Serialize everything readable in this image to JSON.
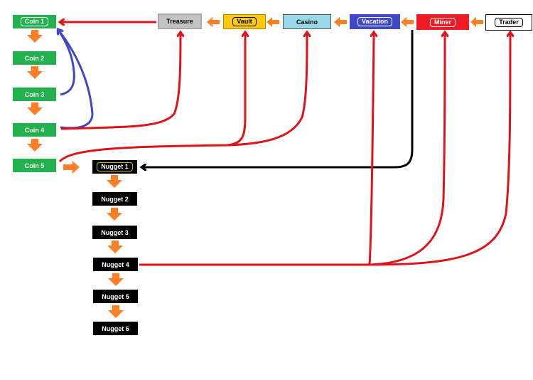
{
  "colors": {
    "coin": "#22b14c",
    "nugget": "#000000",
    "treasure": "#c3c3c3",
    "vault": "#ffc90e",
    "casino": "#99d9ea",
    "vacation": "#3f48cc",
    "miner": "#ed1c24",
    "trader": "#ffffff",
    "flow_arrow": "#ff7f27",
    "red_link": "#e0131b",
    "blue_link": "#3f48cc",
    "black_link": "#000000"
  },
  "coins": [
    "Coin 1",
    "Coin 2",
    "Coin 3",
    "Coin 4",
    "Coin 5"
  ],
  "nuggets": [
    "Nugget 1",
    "Nugget 2",
    "Nugget 3",
    "Nugget 4",
    "Nugget 5",
    "Nugget 6"
  ],
  "top_row": {
    "treasure": "Treasure",
    "vault": "Vault",
    "casino": "Casino",
    "vacation": "Vacation",
    "miner": "Miner",
    "trader": "Trader"
  }
}
